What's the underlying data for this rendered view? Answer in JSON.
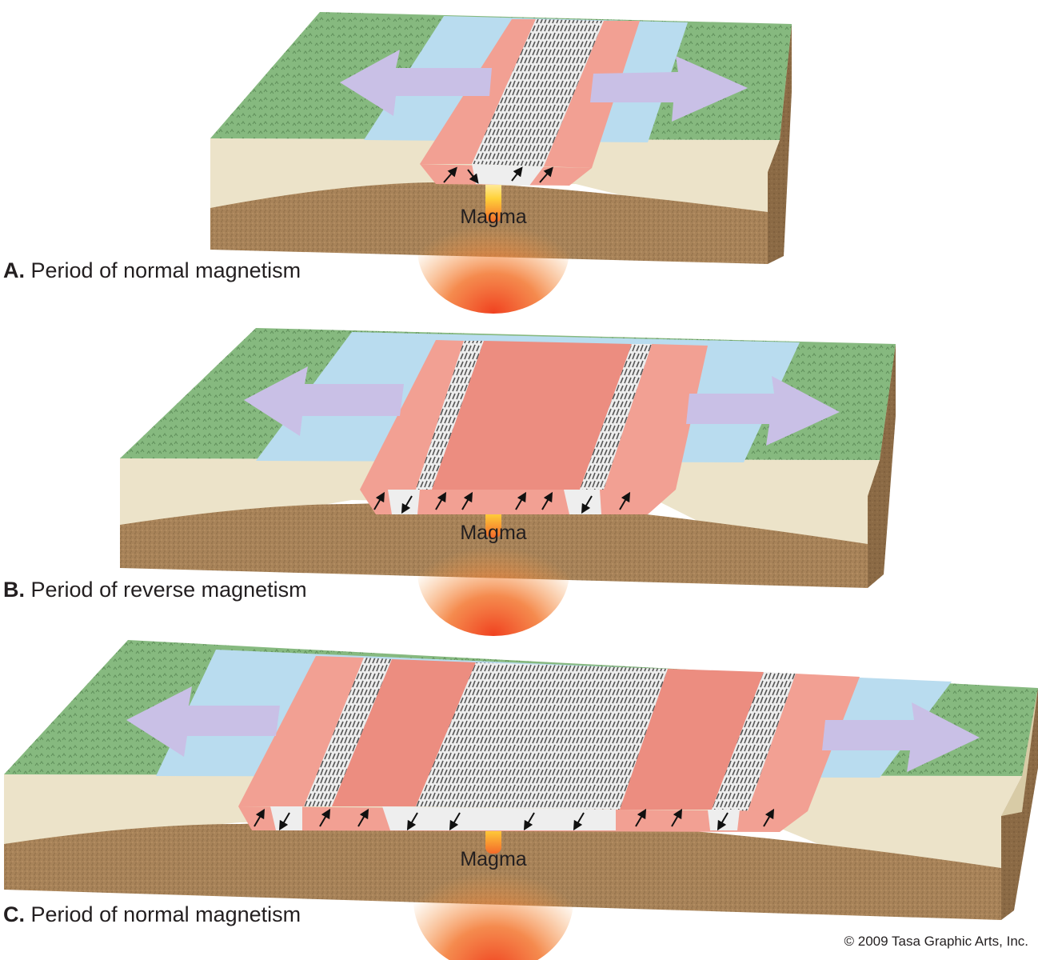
{
  "panels": [
    {
      "letter": "A.",
      "caption": "Period of normal magnetism",
      "magma_label": "Magma"
    },
    {
      "letter": "B.",
      "caption": "Period of reverse magnetism",
      "magma_label": "Magma"
    },
    {
      "letter": "C.",
      "caption": "Period of normal magnetism",
      "magma_label": "Magma"
    }
  ],
  "credit": "© 2009 Tasa Graphic Arts, Inc.",
  "colors": {
    "land": "#7fb27a",
    "water": "#b9dcef",
    "normal_stripe": "#f2a093",
    "reverse_stripe": "#eeeeee",
    "sediment": "#ece3c9",
    "mantle": "#a88359",
    "magma": "#f0532b",
    "arrow": "#c9c0e6"
  }
}
